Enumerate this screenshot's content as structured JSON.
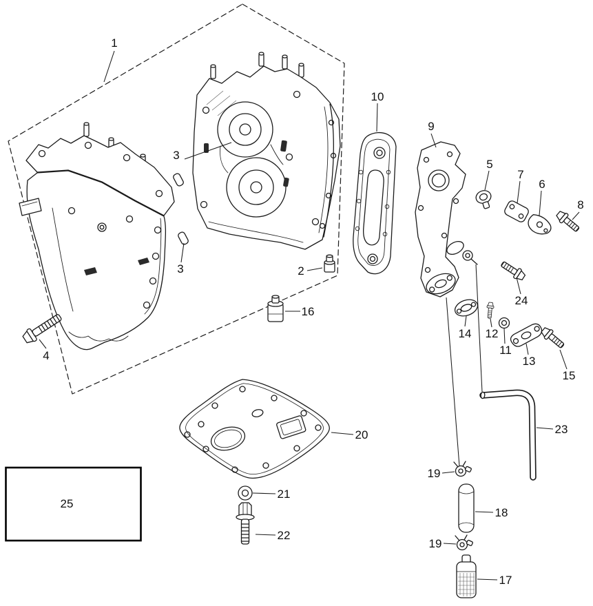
{
  "figure": {
    "background": "#ffffff",
    "line_color": "#1a1a1a"
  },
  "callouts": {
    "n1": "1",
    "n2": "2",
    "n3a": "3",
    "n3b": "3",
    "n4": "4",
    "n5": "5",
    "n6": "6",
    "n7": "7",
    "n8": "8",
    "n9": "9",
    "n10": "10",
    "n11": "11",
    "n12": "12",
    "n13": "13",
    "n14": "14",
    "n15": "15",
    "n16": "16",
    "n17": "17",
    "n18": "18",
    "n19a": "19",
    "n19b": "19",
    "n20": "20",
    "n21": "21",
    "n22": "22",
    "n23": "23",
    "n24": "24",
    "n25": "25"
  }
}
